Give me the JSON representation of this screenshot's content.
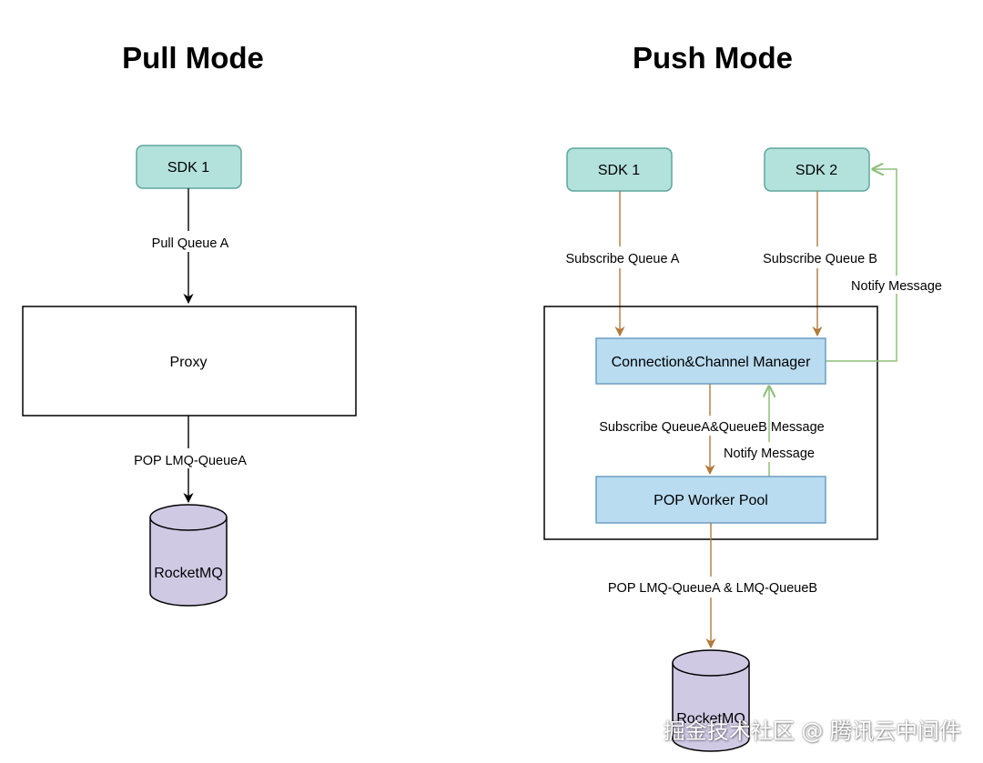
{
  "colors": {
    "sdk_fill": "#b3e2dd",
    "sdk_stroke": "#5fa69e",
    "manager_fill": "#b9dcf0",
    "manager_stroke": "#6e9fc4",
    "db_fill": "#d0c9e4",
    "db_stroke": "#000000",
    "arrow_black": "#000000",
    "arrow_orange": "#b07a3a",
    "arrow_green": "#8fbe7a"
  },
  "pull": {
    "title": "Pull Mode",
    "sdk_label": "SDK 1",
    "pull_edge_label": "Pull Queue A",
    "proxy_label": "Proxy",
    "pop_edge_label": "POP LMQ-QueueA",
    "db_label": "RocketMQ"
  },
  "push": {
    "title": "Push Mode",
    "sdk1_label": "SDK 1",
    "sdk2_label": "SDK 2",
    "subscribe_a_label": "Subscribe Queue A",
    "subscribe_b_label": "Subscribe Queue B",
    "notify_outer_label": "Notify Message",
    "manager_label": "Connection&Channel Manager",
    "subscribe_both_label": "Subscribe QueueA&QueueB Message",
    "notify_inner_label": "Notify Message",
    "worker_pool_label": "POP Worker Pool",
    "pop_edge_label": "POP LMQ-QueueA & LMQ-QueueB",
    "db_label": "RocketMQ"
  },
  "watermark": "掘金技术社区 @ 腾讯云中间件"
}
